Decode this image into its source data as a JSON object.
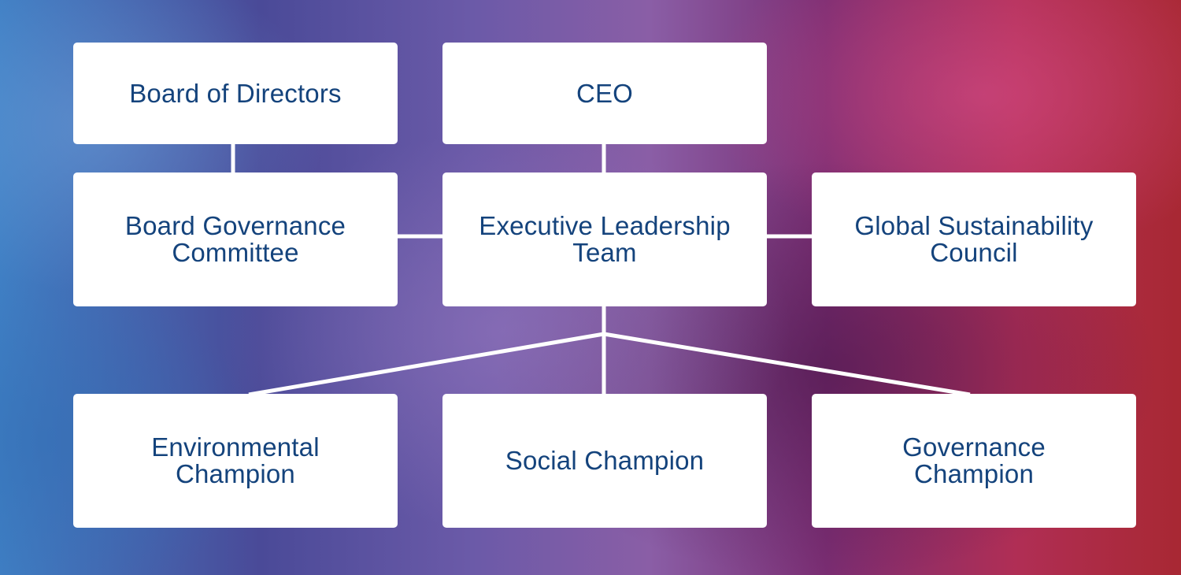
{
  "org_chart": {
    "board_of_directors": "Board of Directors",
    "ceo": "CEO",
    "board_governance_committee": "Board Governance\nCommittee",
    "executive_leadership_team": "Executive Leadership\nTeam",
    "global_sustainability_council": "Global Sustainability\nCouncil",
    "environmental_champion": "Environmental\nChampion",
    "social_champion": "Social Champion",
    "governance_champion": "Governance\nChampion"
  },
  "colors": {
    "box_fill": "#ffffff",
    "text": "#14437c",
    "connector": "#ffffff"
  }
}
